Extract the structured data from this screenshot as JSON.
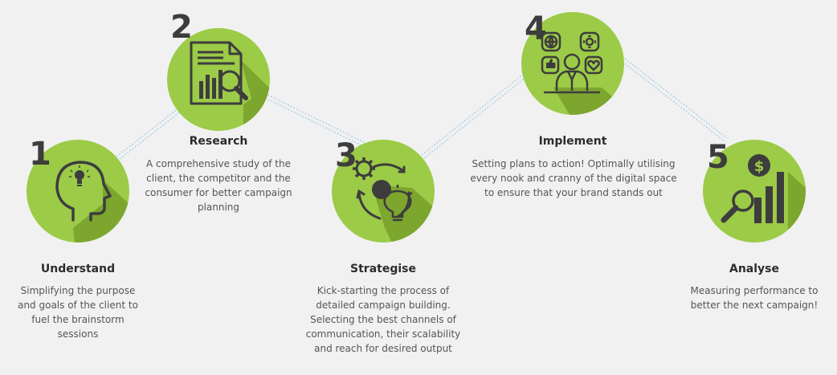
{
  "colors": {
    "circle": "#9ccb47",
    "shadow": "#7da62f",
    "icon": "#3d3d3d",
    "connector": "#8fc6e4",
    "background": "#f1f1f1"
  },
  "steps": [
    {
      "number": "1",
      "title": "Understand",
      "description": "Simplifying the purpose and goals of the client to fuel the brainstorm sessions",
      "icon": "head-lightbulb-icon"
    },
    {
      "number": "2",
      "title": "Research",
      "description": "A comprehensive study of the client, the competitor and the consumer for better campaign planning",
      "icon": "document-magnifier-icon"
    },
    {
      "number": "3",
      "title": "Strategise",
      "description": "Kick-starting the process of detailed campaign building. Selecting the best channels of communication, their scalability and reach for desired output",
      "icon": "gear-bulb-cycle-icon"
    },
    {
      "number": "4",
      "title": "Implement",
      "description": "Setting plans to action! Optimally utilising every nook and cranny of the digital space to ensure that your brand stands out",
      "icon": "person-social-icons-icon"
    },
    {
      "number": "5",
      "title": "Analyse",
      "description": "Measuring performance to better the next campaign!",
      "icon": "dollar-growth-chart-icon"
    }
  ]
}
